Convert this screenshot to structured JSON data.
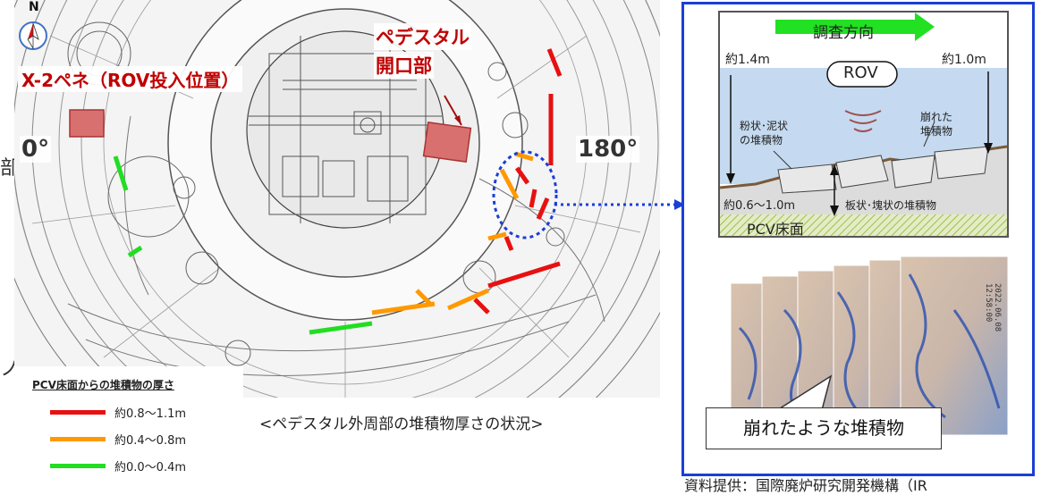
{
  "plan": {
    "north": "N",
    "rov_entry_label": "X-2ペネ（ROV投入位置）",
    "opening_label_line1": "ペデスタル",
    "opening_label_line2": "開口部",
    "angle_0": "0°",
    "angle_180": "180°",
    "caption": "<ペデスタル外周部の堆積物厚さの状況>",
    "left_glyph_1": "部",
    "left_glyph_2": "ノ"
  },
  "legend": {
    "title": "PCV床面からの堆積物の厚さ",
    "items": [
      {
        "label": "約0.8～1.1m",
        "color": "#e81010"
      },
      {
        "label": "約0.4～0.8m",
        "color": "#ff9900"
      },
      {
        "label": "約0.0～0.4m",
        "color": "#22dd22"
      }
    ]
  },
  "cross_section": {
    "direction_label": "調査方向",
    "depth_left": "約1.4m",
    "depth_right": "約1.0m",
    "rov_label": "ROV",
    "powder_label_line1": "粉状･泥状",
    "powder_label_line2": "の堆積物",
    "collapsed_label_line1": "崩れた",
    "collapsed_label_line2": "堆積物",
    "thickness_label": "約0.6～1.0m",
    "plate_label": "板状･塊状の堆積物",
    "floor_label": "PCV床面",
    "colors": {
      "water": "#c5daf0",
      "sediment": "#d9d9d9",
      "floor_hatch": "#c9d9a0",
      "arrow": "#22e022"
    }
  },
  "photo": {
    "callout": "崩れたような堆積物",
    "timestamp_line1": "2022.06.08",
    "timestamp_line2": "12:58:00"
  },
  "source": "資料提供：国際廃炉研究開発機構（IR"
}
